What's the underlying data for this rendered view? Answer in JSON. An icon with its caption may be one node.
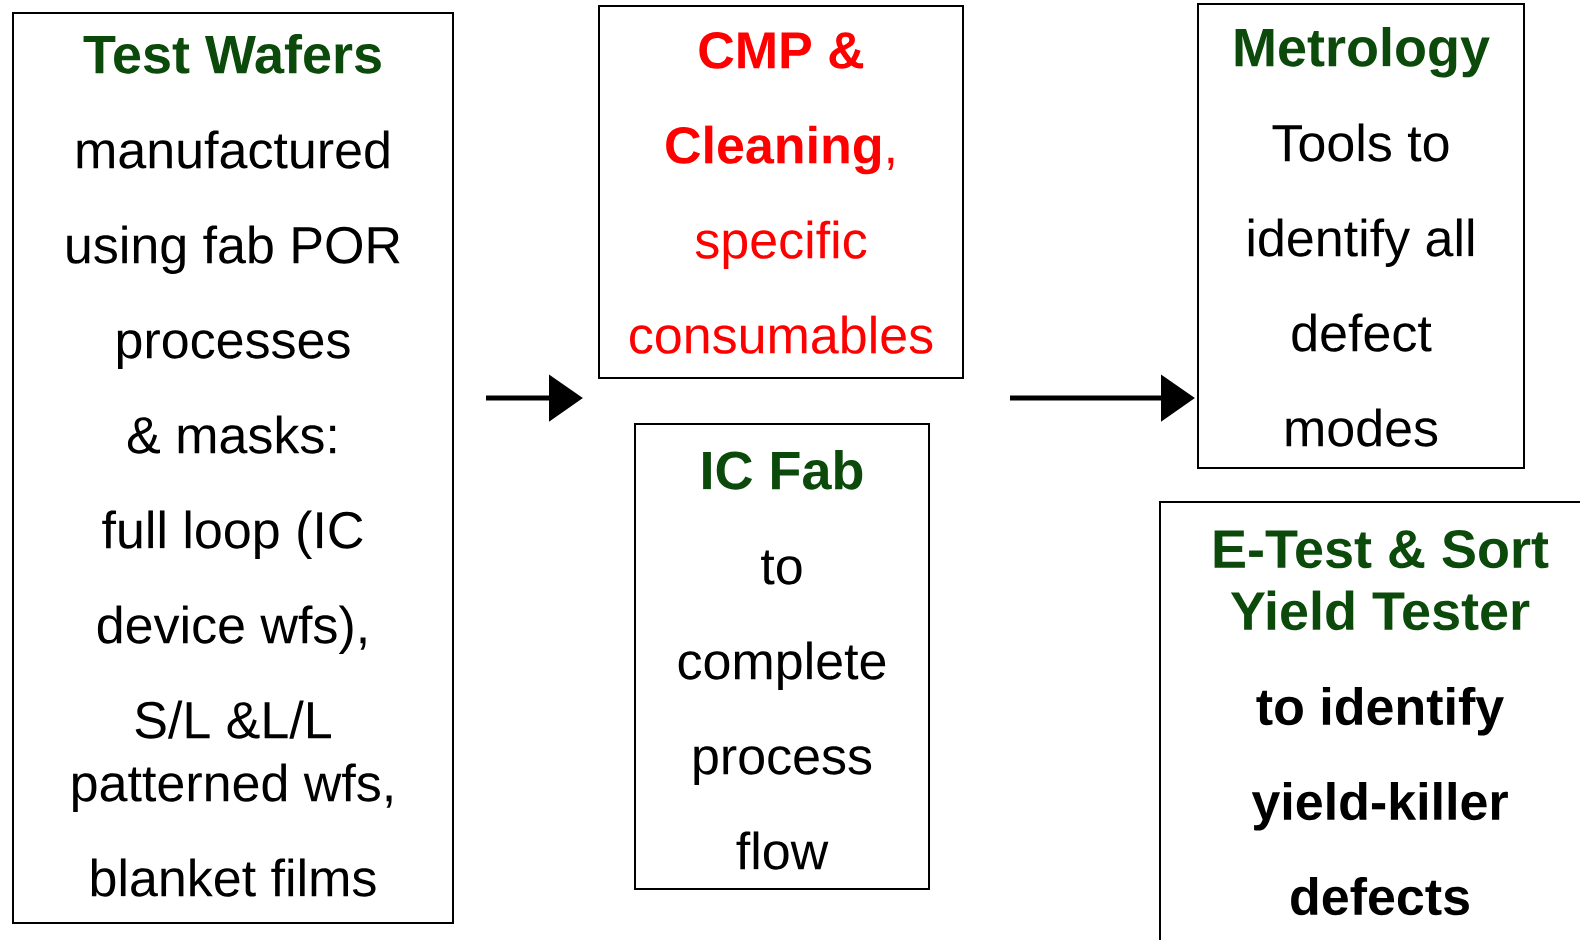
{
  "diagram": {
    "nodes": [
      {
        "text": [
          "Test Wafers",
          "manufactured using fab POR processes",
          "& masks:",
          "full loop (IC device wfs),",
          "S/L &L/L patterned wfs,",
          "blanket films"
        ]
      },
      {
        "text": [
          "**CMP & Cleaning**, specific consumables"
        ]
      },
      {
        "text": [
          "IC Fab",
          "to complete process flow"
        ]
      },
      {
        "text": [
          "Metrology",
          "Tools to identify all defect modes"
        ]
      },
      {
        "text": [
          "E-Test & Sort Yield Tester",
          "to identify yield-killer defects"
        ]
      }
    ],
    "edges": [
      {
        "from": 0,
        "to": 1,
        "arrow": "to"
      },
      {
        "from": 1,
        "to": 3,
        "arrow": "to"
      }
    ]
  }
}
